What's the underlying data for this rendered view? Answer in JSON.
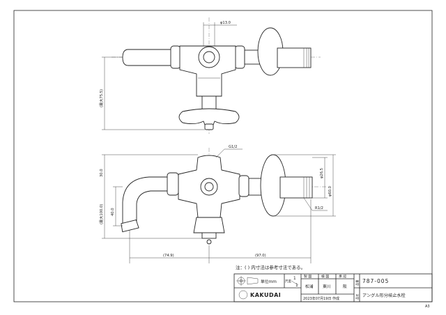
{
  "dimensions": {
    "top_diameter": "φ13.0",
    "top_height": "(最大75.5)",
    "thread_g": "G1/2",
    "dim_30": "30.0",
    "dia_26_5": "φ26.5",
    "dia_60": "φ60.0",
    "r_half": "R1/2",
    "dim_40": "40.0",
    "max_100": "(最大100.0)",
    "dim_74_9": "(74.9)",
    "dim_97_0": "(97.0)"
  },
  "note": "注：(  ) 内寸法は参考寸法である。",
  "title_block": {
    "unit_label": "単位mm",
    "scale_label": "尺度",
    "scale_num": "1",
    "scale_den": "1",
    "col_drawing": "製 図",
    "col_check": "検 図",
    "col_approve": "承 認",
    "name_drawing": "松浦",
    "name_check": "東川",
    "name_approve": "阪",
    "date": "2023年07月19日 作成",
    "brand": "KAKUDAI",
    "side_code": "品番",
    "side_name": "品名",
    "part_number": "787-005",
    "product_name": "アングル形分岐止水栓"
  },
  "sheet_size": "A3"
}
